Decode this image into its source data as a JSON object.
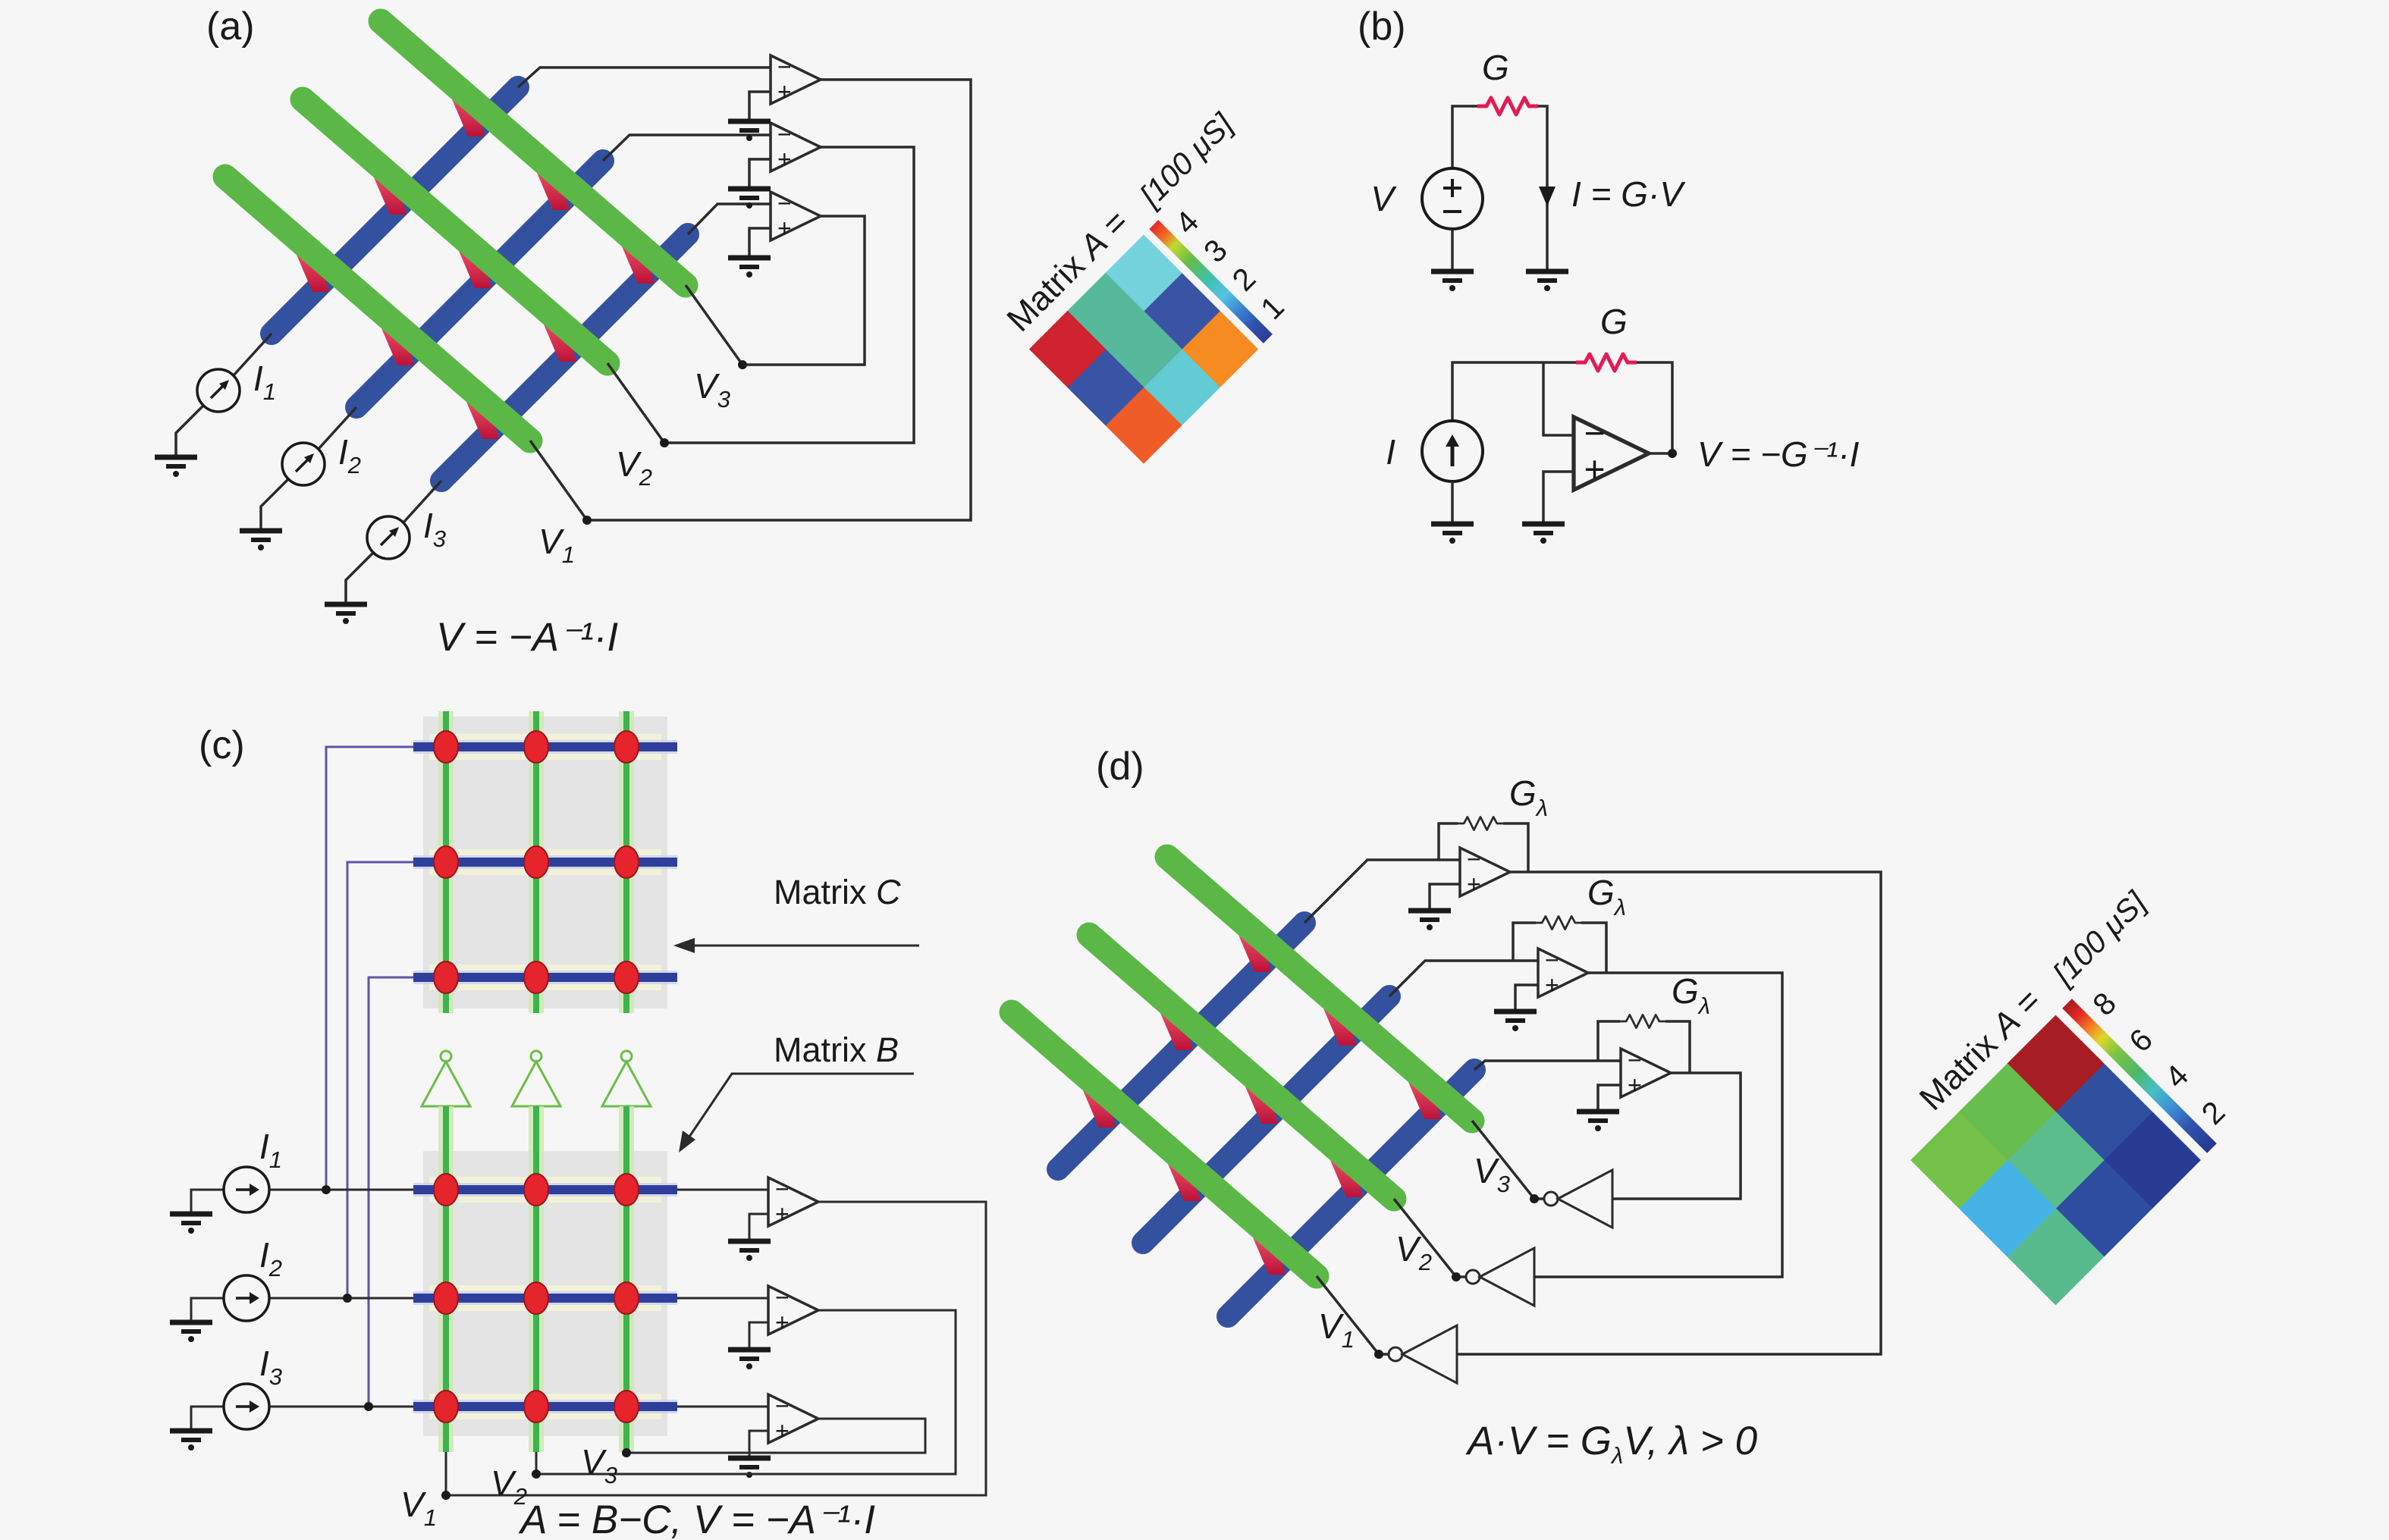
{
  "symbols": {
    "minus": "−",
    "plus": "+"
  },
  "panel_a": {
    "label": "(a)",
    "sources": [
      {
        "base": "I",
        "sub": "1"
      },
      {
        "base": "I",
        "sub": "2"
      },
      {
        "base": "I",
        "sub": "3"
      }
    ],
    "v_nodes": [
      {
        "base": "V",
        "sub": "1"
      },
      {
        "base": "V",
        "sub": "2"
      },
      {
        "base": "V",
        "sub": "3"
      }
    ],
    "equation": "V = −A⁻¹·I",
    "matrix_label": {
      "word": "Matrix ",
      "var": "A",
      "eq": " ="
    },
    "colorbar_unit": "[100 μS]",
    "ticks": [
      "4",
      "3",
      "2",
      "1"
    ]
  },
  "panel_b": {
    "label": "(b)",
    "g_top": "G",
    "g_bottom": "G",
    "v_label": "V",
    "i_label": "I",
    "eq_top": "I = G·V",
    "eq_bottom": "V = −G⁻¹·I"
  },
  "panel_c": {
    "label": "(c)",
    "sources": [
      {
        "base": "I",
        "sub": "1"
      },
      {
        "base": "I",
        "sub": "2"
      },
      {
        "base": "I",
        "sub": "3"
      }
    ],
    "v_nodes": [
      {
        "base": "V",
        "sub": "1"
      },
      {
        "base": "V",
        "sub": "2"
      },
      {
        "base": "V",
        "sub": "3"
      }
    ],
    "matrix_c_label": {
      "word": "Matrix ",
      "var": "C"
    },
    "matrix_b_label": {
      "word": "Matrix ",
      "var": "B"
    },
    "equation": "A = B−C, V = −A⁻¹·I"
  },
  "panel_d": {
    "label": "(d)",
    "g_feedback": [
      {
        "base": "G",
        "sub": "λ"
      },
      {
        "base": "G",
        "sub": "λ"
      },
      {
        "base": "G",
        "sub": "λ"
      }
    ],
    "v_nodes": [
      {
        "base": "V",
        "sub": "1"
      },
      {
        "base": "V",
        "sub": "2"
      },
      {
        "base": "V",
        "sub": "3"
      }
    ],
    "equation": {
      "p1": "A·V = G",
      "sub": "λ",
      "p2": "V, λ > 0"
    },
    "matrix_label": {
      "word": "Matrix ",
      "var": "A",
      "eq": " ="
    },
    "colorbar_unit": "[100 μS]",
    "ticks": [
      "8",
      "6",
      "4",
      "2"
    ]
  },
  "matrices": {
    "a": {
      "title": "Matrix A",
      "unit": "100 μS",
      "scale_range": [
        1,
        4
      ],
      "values": [
        3.9,
        2.5,
        2.1,
        1.4,
        2.5,
        1.4,
        3.4,
        2.2,
        3.2
      ],
      "cells": [
        {
          "color": "#cf2330"
        },
        {
          "color": "#57b99c"
        },
        {
          "color": "#74d2dd"
        },
        {
          "color": "#3a54a5"
        },
        {
          "color": "#57b99c"
        },
        {
          "color": "#3a54a5"
        },
        {
          "color": "#ef5c28"
        },
        {
          "color": "#63cbd4"
        },
        {
          "color": "#f68b21"
        }
      ]
    },
    "d": {
      "title": "Matrix A",
      "unit": "100 μS",
      "scale_range": [
        1,
        8
      ],
      "values": [
        4.6,
        4.4,
        7.7,
        2.9,
        4.1,
        1.7,
        4.0,
        1.6,
        1.3
      ],
      "cells": [
        {
          "color": "#74c24a"
        },
        {
          "color": "#67bd4d"
        },
        {
          "color": "#a61e23"
        },
        {
          "color": "#46b3e7"
        },
        {
          "color": "#5abd8b"
        },
        {
          "color": "#30509f"
        },
        {
          "color": "#57bb8d"
        },
        {
          "color": "#2f4da0"
        },
        {
          "color": "#273c92"
        }
      ]
    }
  }
}
